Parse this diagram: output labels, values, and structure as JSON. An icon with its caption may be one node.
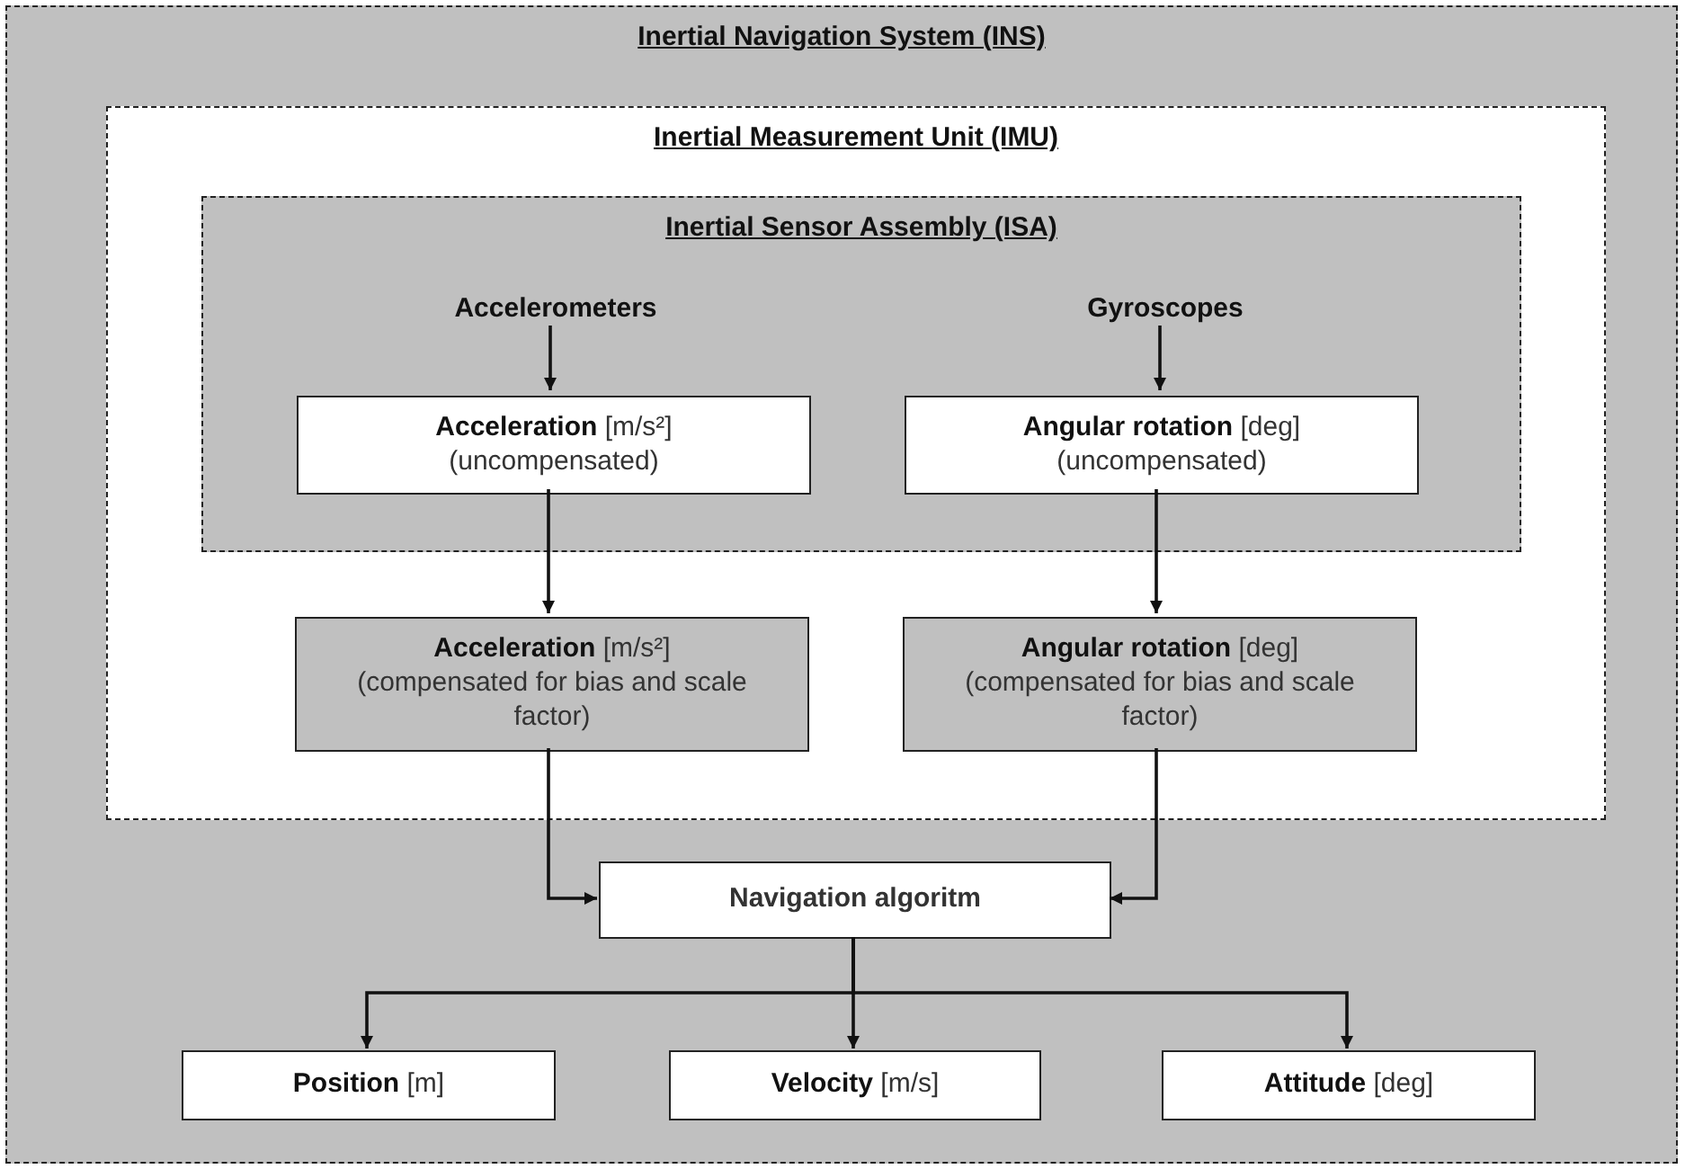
{
  "diagram": {
    "nodes": [
      {
        "text": [
          "Inertial Navigation System (INS)"
        ]
      },
      {
        "text": [
          "Inertial Measurement Unit (IMU)"
        ],
        "in": 0
      },
      {
        "text": [
          "Inertial Sensor Assembly (ISA)"
        ],
        "in": 1
      },
      {
        "text": [
          "Accelerometers"
        ],
        "in": 2
      },
      {
        "text": [
          "Gyroscopes"
        ],
        "in": 2
      },
      {
        "text": [
          "**Acceleration** [m/s²] (uncompensated)"
        ],
        "in": 2
      },
      {
        "text": [
          "**Angular rotation** [deg] (uncompensated)"
        ],
        "in": 2
      },
      {
        "text": [
          "**Acceleration** [m/s²] (compensated for bias and scale factor)"
        ],
        "in": 1
      },
      {
        "text": [
          "**Angular rotation** [deg] (compensated for bias and scale factor)"
        ],
        "in": 1
      },
      {
        "text": [
          "Navigation algoritm"
        ],
        "in": 0
      },
      {
        "text": [
          "**Position** [m]"
        ],
        "in": 0
      },
      {
        "text": [
          "**Velocity** [m/s]"
        ],
        "in": 0
      },
      {
        "text": [
          "**Attitude** [deg]"
        ],
        "in": 0
      }
    ],
    "edges": [
      {
        "from": 3,
        "to": 5,
        "arrow": "to"
      },
      {
        "from": 4,
        "to": 6,
        "arrow": "to"
      },
      {
        "from": 5,
        "to": 7,
        "arrow": "to"
      },
      {
        "from": 6,
        "to": 8,
        "arrow": "to"
      },
      {
        "from": 7,
        "to": 9,
        "arrow": "to"
      },
      {
        "from": 8,
        "to": 9,
        "arrow": "to"
      },
      {
        "from": 9,
        "to": 10,
        "arrow": "to"
      },
      {
        "from": 9,
        "to": 11,
        "arrow": "to"
      },
      {
        "from": 9,
        "to": 12,
        "arrow": "to"
      }
    ]
  }
}
